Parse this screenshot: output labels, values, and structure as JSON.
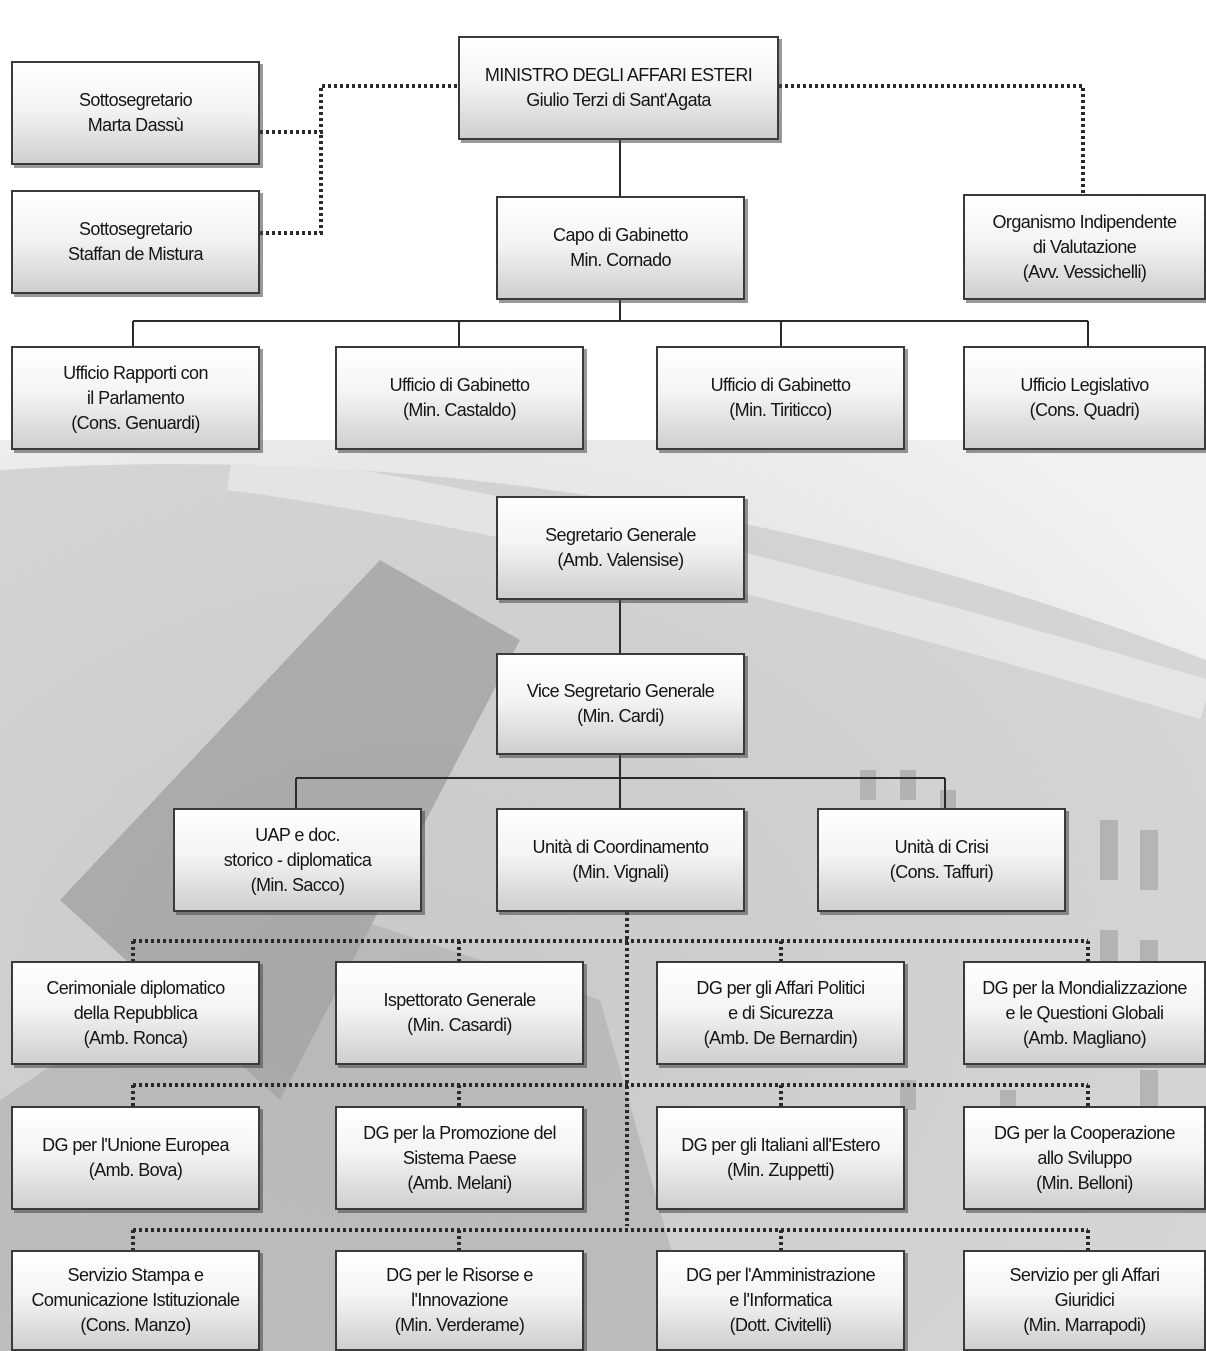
{
  "colors": {
    "line": "#2a2a2a",
    "box_border": "#3a3a3a",
    "background_tint": "#b8b8b8"
  },
  "boxes": {
    "minister": [
      "MINISTRO DEGLI AFFARI ESTERI",
      "Giulio Terzi di Sant'Agata"
    ],
    "undersecretary_1": [
      "Sottosegretario",
      "Marta Dassù"
    ],
    "undersecretary_2": [
      "Sottosegretario",
      "Staffan de Mistura"
    ],
    "chief_of_staff": [
      "Capo di Gabinetto",
      "Min. Cornado"
    ],
    "evaluation_body": [
      "Organismo Indipendente",
      "di Valutazione",
      "(Avv. Vessichelli)"
    ],
    "parliament_office": [
      "Ufficio Rapporti con",
      "il Parlamento",
      "(Cons. Genuardi)"
    ],
    "cabinet_office_1": [
      "Ufficio di Gabinetto",
      "(Min. Castaldo)"
    ],
    "cabinet_office_2": [
      "Ufficio di Gabinetto",
      "(Min. Tiriticco)"
    ],
    "legislative_office": [
      "Ufficio Legislativo",
      "(Cons. Quadri)"
    ],
    "secretary_general": [
      "Segretario Generale",
      "(Amb. Valensise)"
    ],
    "vice_secretary_general": [
      "Vice Segretario Generale",
      "(Min. Cardi)"
    ],
    "uap": [
      "UAP e doc.",
      "storico - diplomatica",
      "(Min. Sacco)"
    ],
    "coordination_unit": [
      "Unità di Coordinamento",
      "(Min. Vignali)"
    ],
    "crisis_unit": [
      "Unità di Crisi",
      "(Cons. Taffuri)"
    ],
    "ceremonial": [
      "Cerimoniale diplomatico",
      "della Repubblica",
      "(Amb. Ronca)"
    ],
    "inspectorate": [
      "Ispettorato Generale",
      "(Min. Casardi)"
    ],
    "dg_political_affairs": [
      "DG per gli Affari Politici",
      "e di Sicurezza",
      "(Amb. De Bernardin)"
    ],
    "dg_globalization": [
      "DG per la Mondializzazione",
      "e le Questioni Globali",
      "(Amb. Magliano)"
    ],
    "dg_eu": [
      "DG per l'Unione Europea",
      "(Amb. Bova)"
    ],
    "dg_country_promotion": [
      "DG per la Promozione del",
      "Sistema Paese",
      "(Amb. Melani)"
    ],
    "dg_italians_abroad": [
      "DG per gli Italiani all'Estero",
      "(Min. Zuppetti)"
    ],
    "dg_cooperation": [
      "DG per la Cooperazione",
      "allo Sviluppo",
      "(Min. Belloni)"
    ],
    "press_service": [
      "Servizio Stampa e",
      "Comunicazione Istituzionale",
      "(Cons. Manzo)"
    ],
    "dg_resources": [
      "DG per le Risorse e",
      "l'Innovazione",
      "(Min. Verderame)"
    ],
    "dg_administration": [
      "DG per l'Amministrazione",
      "e l'Informatica",
      "(Dott. Civitelli)"
    ],
    "legal_affairs": [
      "Servizio per gli Affari",
      "Giuridici",
      "(Min. Marrapodi)"
    ]
  }
}
